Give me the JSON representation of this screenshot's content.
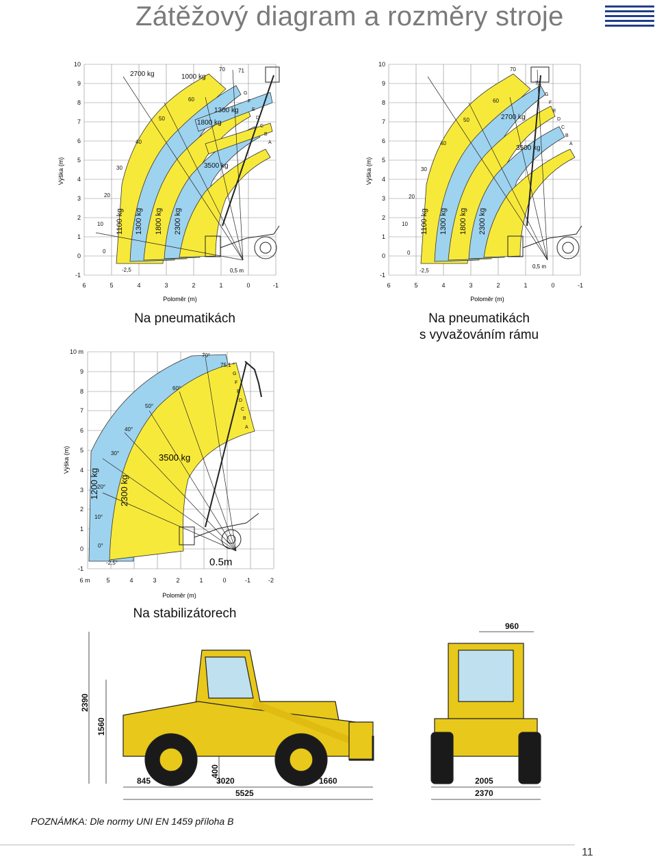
{
  "page": {
    "title": "Zátěžový diagram a rozměry stroje",
    "note": "POZNÁMKA: Dle normy UNI EN 1459 příloha B",
    "page_number": "11",
    "brand_color": "#1f3e8c"
  },
  "diagrams": [
    {
      "id": "tyres",
      "caption_lines": [
        "Na pneumatikách"
      ],
      "xlabel": "Poloměr (m)",
      "ylabel": "Výška (m)",
      "x_ticks": [
        "6",
        "5",
        "4",
        "3",
        "2",
        "1",
        "0",
        "-1"
      ],
      "y_ticks": [
        "10",
        "9",
        "8",
        "7",
        "6",
        "5",
        "4",
        "3",
        "2",
        "1",
        "0",
        "-1"
      ],
      "angles": [
        "71",
        "70",
        "60",
        "50",
        "40",
        "30",
        "20",
        "10",
        "0",
        "-2,5"
      ],
      "extension_letters": [
        "G",
        "F",
        "E",
        "D",
        "C",
        "B",
        "A"
      ],
      "loads_vertical": [
        "1100 kg",
        "1300 kg",
        "1800 kg",
        "2300 kg"
      ],
      "loads_other": [
        "2700 kg",
        "1000 kg",
        "1300 kg",
        "1800 kg",
        "3500 kg"
      ],
      "offset_label": "0,5 m"
    },
    {
      "id": "tyres-frame",
      "caption_lines": [
        "Na pneumatikách",
        "s vyvažováním rámu"
      ],
      "xlabel": "Poloměr (m)",
      "ylabel": "Výška (m)",
      "x_ticks": [
        "6",
        "5",
        "4",
        "3",
        "2",
        "1",
        "0",
        "-1"
      ],
      "y_ticks": [
        "10",
        "9",
        "8",
        "7",
        "6",
        "5",
        "4",
        "3",
        "2",
        "1",
        "0",
        "-1"
      ],
      "angles": [
        "71",
        "70",
        "60",
        "50",
        "40",
        "30",
        "20",
        "10",
        "0",
        "-2,5"
      ],
      "extension_letters": [
        "G",
        "F",
        "E",
        "D",
        "C",
        "B",
        "A"
      ],
      "loads_vertical": [
        "1100 kg",
        "1300 kg",
        "1800 kg",
        "2300 kg"
      ],
      "loads_other": [
        "2700 kg",
        "3500 kg"
      ],
      "offset_label": "0,5 m"
    },
    {
      "id": "stabilisers",
      "caption_lines": [
        "Na stabilizátorech"
      ],
      "xlabel": "Poloměr (m)",
      "ylabel": "Výška (m)",
      "x_ticks": [
        "6 m",
        "5",
        "4",
        "3",
        "2",
        "1",
        "0",
        "-1",
        "-2"
      ],
      "y_ticks": [
        "10 m",
        "9",
        "8",
        "7",
        "6",
        "5",
        "4",
        "3",
        "2",
        "1",
        "0",
        "-1"
      ],
      "angles": [
        "75,1 °",
        "70°",
        "60°",
        "50°",
        "40°",
        "30°",
        "20°",
        "10°",
        "0°",
        "-2,5°"
      ],
      "extension_letters": [
        "G",
        "F",
        "E",
        "D",
        "C",
        "B",
        "A"
      ],
      "loads_vertical": [
        "1200 kg",
        "2300 kg"
      ],
      "loads_other": [
        "3500 kg"
      ],
      "offset_label": "0.5m"
    }
  ],
  "dimensions": {
    "width_top": "960",
    "height_total": "2390",
    "height_cab": "1560",
    "ground_clearance": "400",
    "bottom_segments": [
      "845",
      "3020",
      "1660"
    ],
    "overall_length": "5525",
    "track_width": "2005",
    "overall_width": "2370"
  },
  "colors": {
    "yellow": "#f7e93a",
    "blue": "#9ed3ef",
    "grid": "#8a8a8a",
    "machine_yellow": "#e8c81a"
  }
}
